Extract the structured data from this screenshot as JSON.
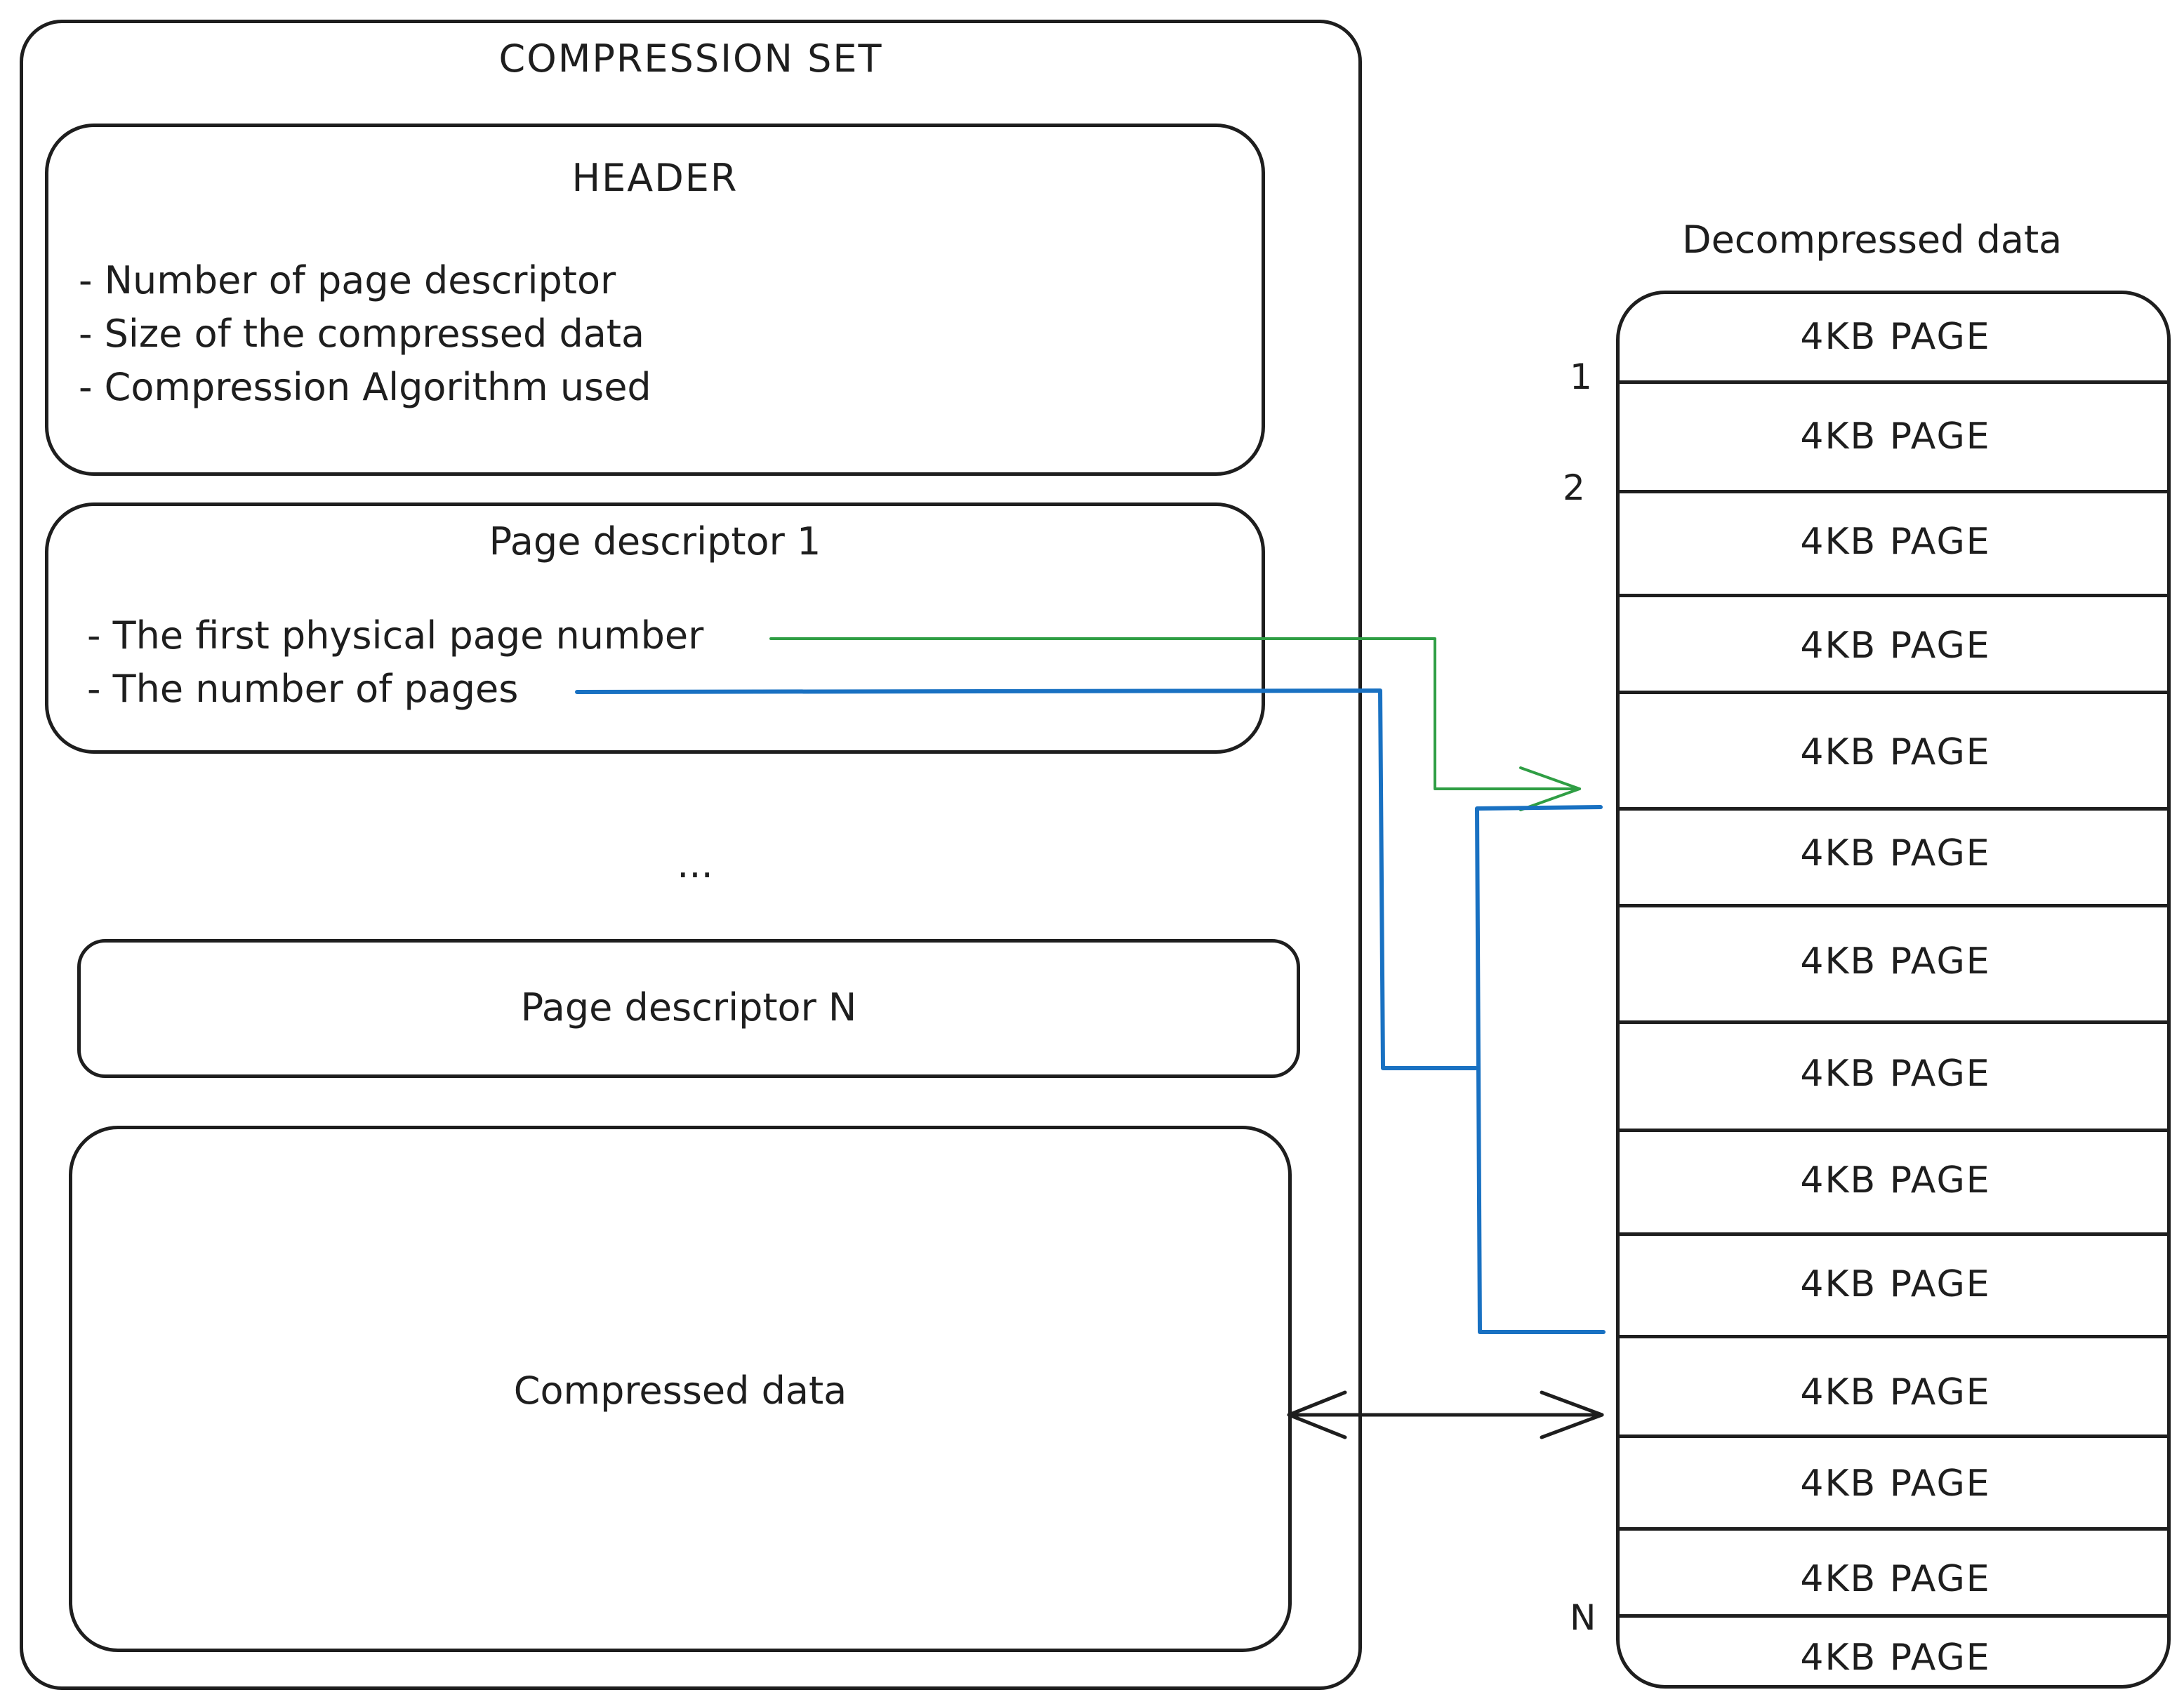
{
  "compression_set": {
    "title": "COMPRESSION SET",
    "header": {
      "title": "HEADER",
      "items": [
        "- Number of page descriptor",
        "- Size of the compressed data",
        "- Compression Algorithm used"
      ]
    },
    "descriptor_first": {
      "title": "Page descriptor 1",
      "items": [
        "- The first physical page number",
        "- The number of pages"
      ]
    },
    "ellipsis": "...",
    "descriptor_last": {
      "title": "Page descriptor N"
    },
    "compressed": {
      "title": "Compressed data"
    }
  },
  "decompressed": {
    "title": "Decompressed data",
    "pages": [
      "4KB PAGE",
      "4KB PAGE",
      "4KB PAGE",
      "4KB PAGE",
      "4KB PAGE",
      "4KB PAGE",
      "4KB PAGE",
      "4KB PAGE",
      "4KB PAGE",
      "4KB PAGE",
      "4KB PAGE",
      "4KB PAGE",
      "4KB PAGE",
      "4KB PAGE"
    ],
    "markers": {
      "first": "1",
      "second": "2",
      "last": "N"
    }
  },
  "colors": {
    "ink": "#1e1e1e",
    "first_page_arrow": "#2f9e44",
    "page_count_bracket": "#1971c2"
  }
}
